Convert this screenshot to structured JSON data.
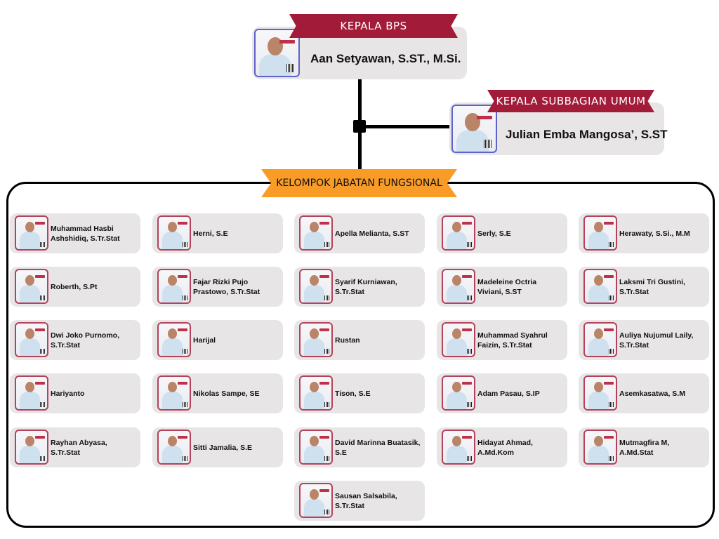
{
  "head": {
    "title": "KEPALA BPS",
    "name": "Aan Setyawan, S.ST., M.Si."
  },
  "subhead": {
    "title": "KEPALA SUBBAGIAN UMUM",
    "name": "Julian Emba Mangosa’, S.ST"
  },
  "group": {
    "title": "KELOMPOK JABATAN FUNGSIONAL",
    "members": [
      "Muhammad Hasbi Ashshidiq, S.Tr.Stat",
      "Herni, S.E",
      "Apella Melianta, S.ST",
      "Serly, S.E",
      "Herawaty, S.Si., M.M",
      "Roberth, S.Pt",
      "Fajar Rizki Pujo Prastowo, S.Tr.Stat",
      "Syarif Kurniawan, S.Tr.Stat",
      "Madeleine Octria Viviani, S.ST",
      "Laksmi Tri Gustini, S.Tr.Stat",
      "Dwi Joko Purnomo, S.Tr.Stat",
      "Harijal",
      "Rustan",
      "Muhammad Syahrul Faizin, S.Tr.Stat",
      "Auliya Nujumul Laily, S.Tr.Stat",
      "Hariyanto",
      "Nikolas Sampe, SE",
      "Tison, S.E",
      "Adam Pasau, S.IP",
      "Asemkasatwa, S.M",
      "Rayhan Abyasa, S.Tr.Stat",
      "Sitti Jamalia, S.E",
      "David Marinna Buatasik, S.E",
      "Hidayat Ahmad, A.Md.Kom",
      "Mutmagfira M, A.Md.Stat",
      "Sausan Salsabila, S.Tr.Stat"
    ]
  },
  "colors": {
    "ribbon_red": "#a21c3a",
    "ribbon_orange": "#f99b27",
    "card_gray": "#e7e5e6"
  }
}
